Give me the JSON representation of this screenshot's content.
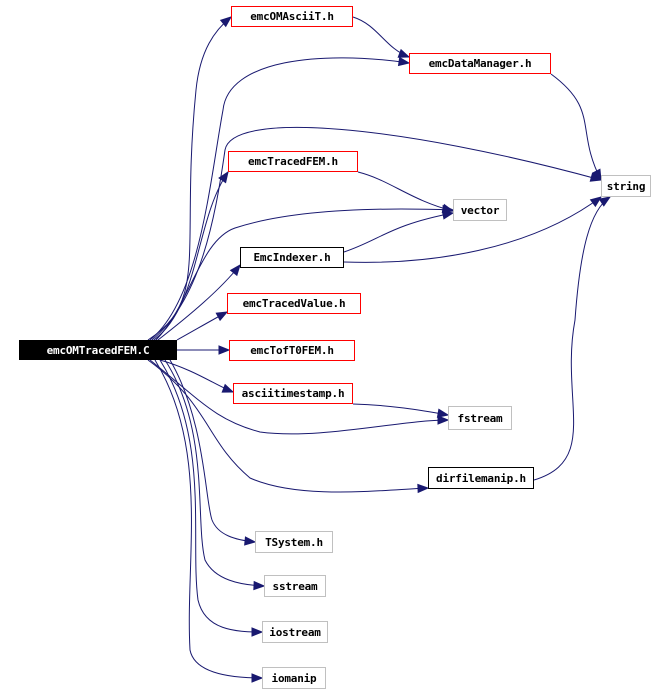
{
  "graph": {
    "edge_color": "#191970",
    "nodes": [
      {
        "id": "root",
        "label": "emcOMTracedFEM.C",
        "style": "root"
      },
      {
        "id": "omascii",
        "label": "emcOMAsciiT.h",
        "style": "red"
      },
      {
        "id": "datamgr",
        "label": "emcDataManager.h",
        "style": "red"
      },
      {
        "id": "tracedfem",
        "label": "emcTracedFEM.h",
        "style": "red"
      },
      {
        "id": "string",
        "label": "string",
        "style": "grey"
      },
      {
        "id": "vector",
        "label": "vector",
        "style": "grey"
      },
      {
        "id": "indexer",
        "label": "EmcIndexer.h",
        "style": "black"
      },
      {
        "id": "tracedvalue",
        "label": "emcTracedValue.h",
        "style": "red"
      },
      {
        "id": "toft0",
        "label": "emcTofT0FEM.h",
        "style": "red"
      },
      {
        "id": "asciits",
        "label": "asciitimestamp.h",
        "style": "red"
      },
      {
        "id": "fstream",
        "label": "fstream",
        "style": "grey"
      },
      {
        "id": "dirfile",
        "label": "dirfilemanip.h",
        "style": "black"
      },
      {
        "id": "tsystem",
        "label": "TSystem.h",
        "style": "grey"
      },
      {
        "id": "sstream",
        "label": "sstream",
        "style": "grey"
      },
      {
        "id": "iostream",
        "label": "iostream",
        "style": "grey"
      },
      {
        "id": "iomanip",
        "label": "iomanip",
        "style": "grey"
      }
    ],
    "edges": [
      [
        "root",
        "omascii"
      ],
      [
        "root",
        "datamgr"
      ],
      [
        "root",
        "string"
      ],
      [
        "root",
        "tracedfem"
      ],
      [
        "root",
        "vector"
      ],
      [
        "root",
        "indexer"
      ],
      [
        "root",
        "tracedvalue"
      ],
      [
        "root",
        "toft0"
      ],
      [
        "root",
        "asciits"
      ],
      [
        "root",
        "fstream"
      ],
      [
        "root",
        "dirfile"
      ],
      [
        "root",
        "tsystem"
      ],
      [
        "root",
        "sstream"
      ],
      [
        "root",
        "iostream"
      ],
      [
        "root",
        "iomanip"
      ],
      [
        "omascii",
        "datamgr"
      ],
      [
        "datamgr",
        "string"
      ],
      [
        "tracedfem",
        "vector"
      ],
      [
        "indexer",
        "vector"
      ],
      [
        "indexer",
        "string"
      ],
      [
        "asciits",
        "fstream"
      ],
      [
        "dirfile",
        "string"
      ]
    ]
  }
}
